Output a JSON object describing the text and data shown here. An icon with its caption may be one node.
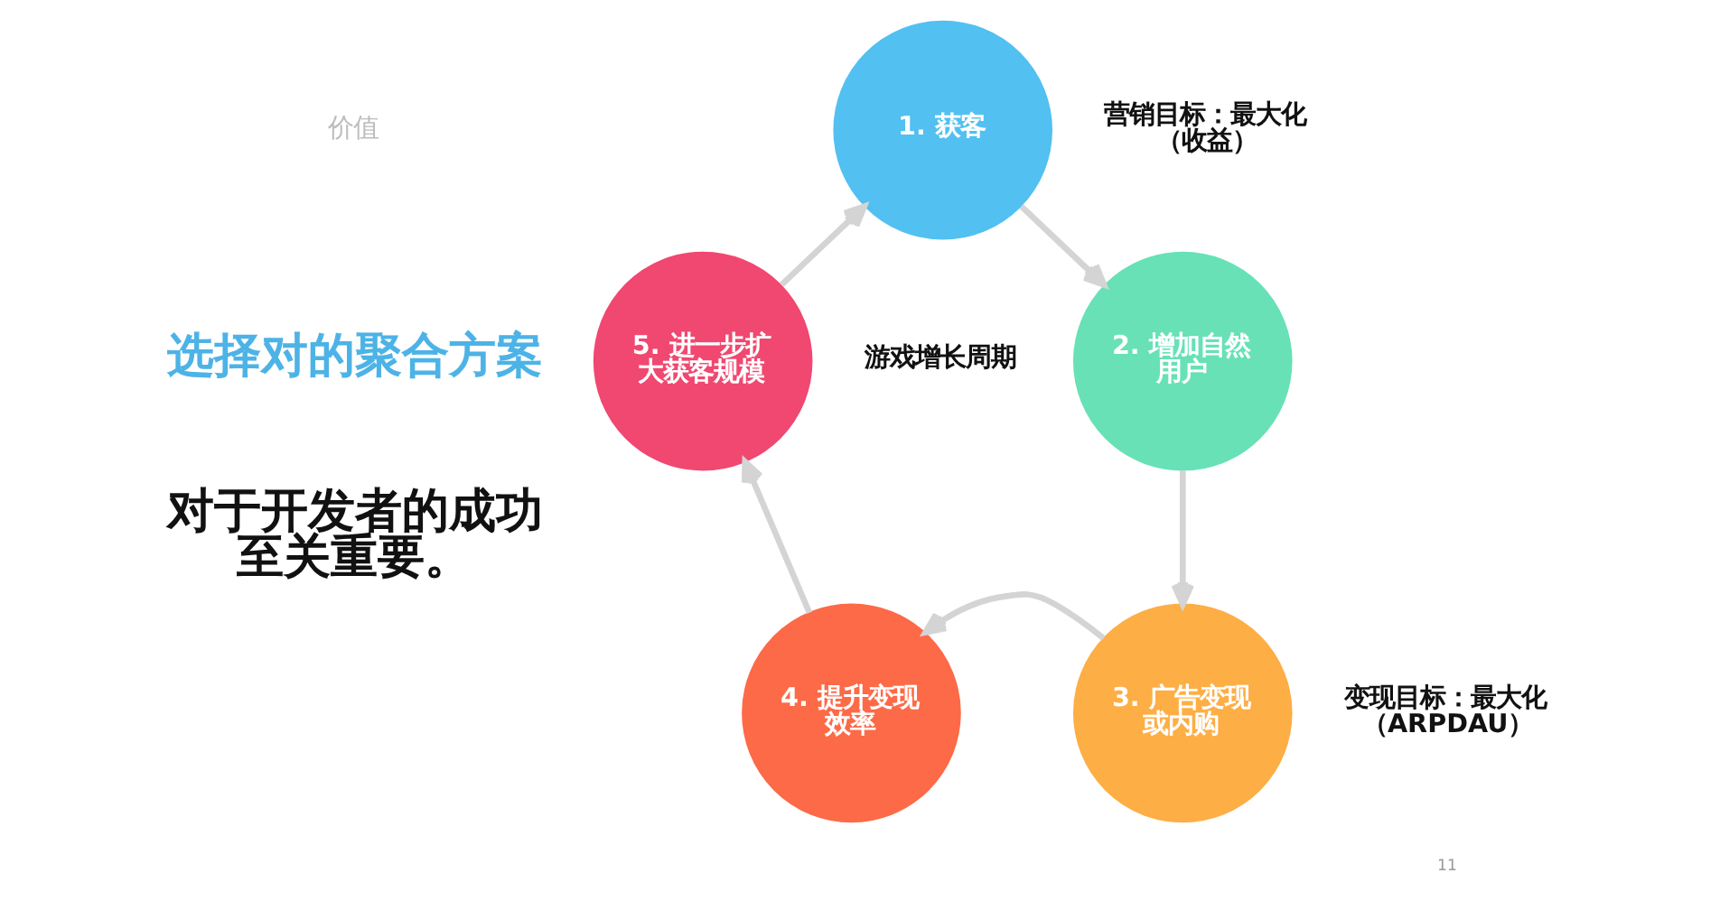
{
  "diagram": {
    "nodes": [
      {
        "text": [
          "1. 获客"
        ],
        "beside": [
          "营销目标：最大化（收益）"
        ]
      },
      {
        "text": [
          "2. 增加自然用户"
        ]
      },
      {
        "text": [
          "3. 广告变现或内购"
        ],
        "beside": [
          "变现目标：最大化（ARPDAU）"
        ]
      },
      {
        "text": [
          "4. 提升变现效率"
        ]
      },
      {
        "text": [
          "5. 进一步扩大获客规模"
        ]
      }
    ],
    "edges": [
      {
        "from": 0,
        "to": 1,
        "arrow": "to"
      },
      {
        "from": 1,
        "to": 2,
        "arrow": "to"
      },
      {
        "from": 2,
        "to": 3,
        "arrow": "to"
      },
      {
        "from": 3,
        "to": 4,
        "arrow": "to"
      },
      {
        "from": 4,
        "to": 0,
        "arrow": "to"
      }
    ],
    "labels": [
      "价值",
      "选择对的聚合方案",
      "对于开发者的成功至关重要。",
      "游戏增长周期",
      "11"
    ]
  }
}
